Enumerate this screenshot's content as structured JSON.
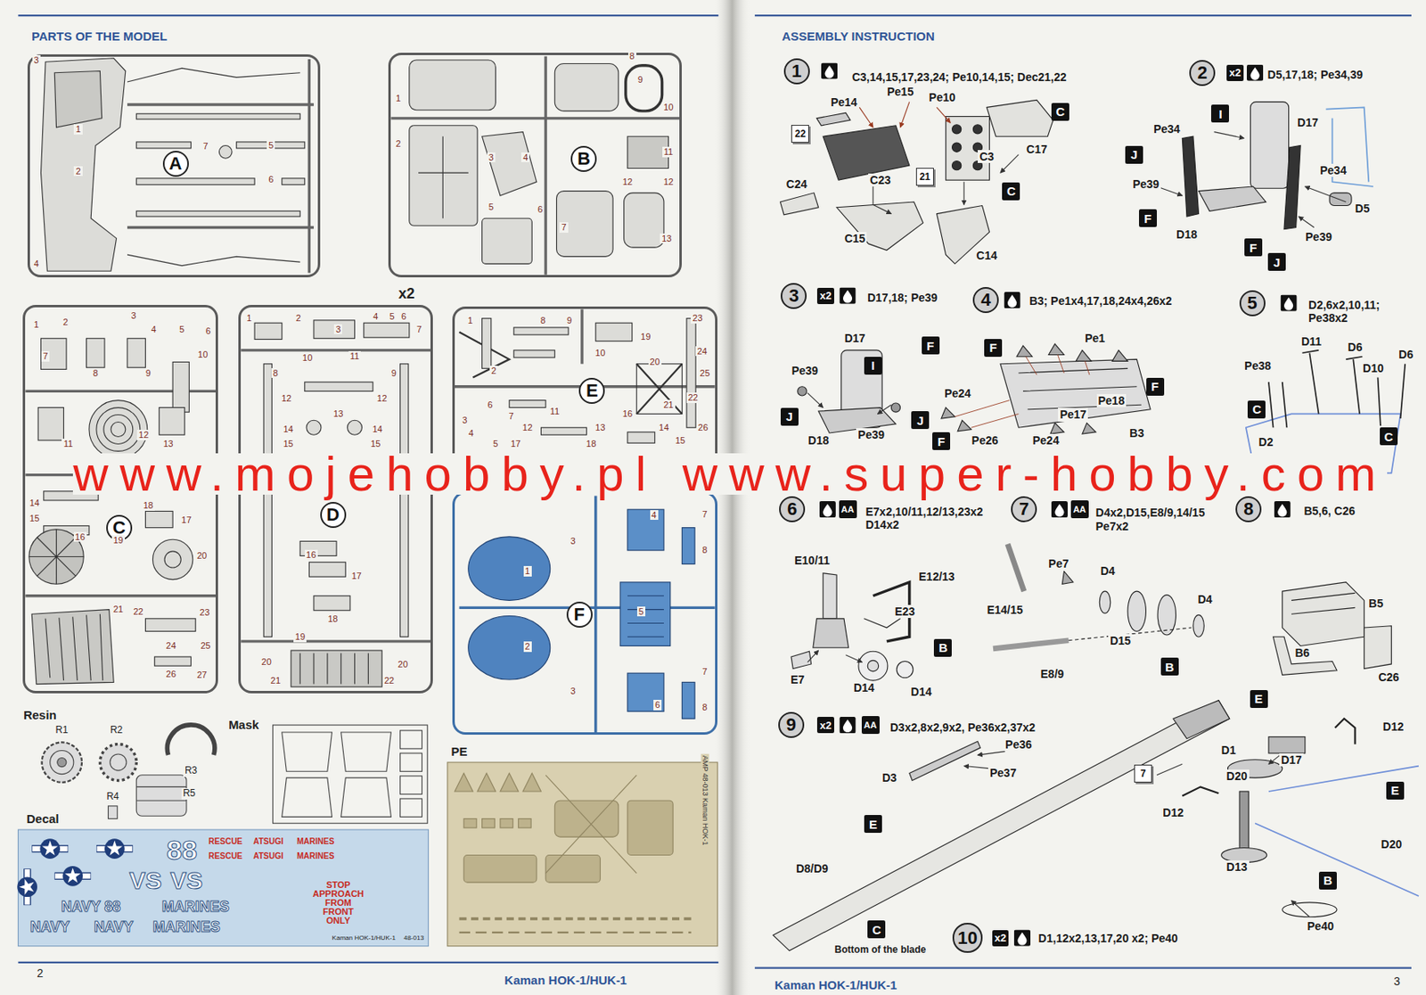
{
  "diagram": {
    "nodes": [
      {
        "text": [
          "A"
        ]
      },
      {
        "text": [
          "B"
        ]
      },
      {
        "text": [
          "C"
        ]
      },
      {
        "text": [
          "D",
          "x2"
        ]
      },
      {
        "text": [
          "E"
        ]
      },
      {
        "text": [
          "F"
        ]
      },
      {
        "text": [
          "1"
        ]
      },
      {
        "text": [
          "22"
        ]
      },
      {
        "text": [
          "21"
        ]
      },
      {
        "text": [
          "C"
        ]
      },
      {
        "text": [
          "C"
        ]
      },
      {
        "text": [
          "2"
        ]
      },
      {
        "text": [
          "x2"
        ]
      },
      {
        "text": [
          "I"
        ]
      },
      {
        "text": [
          "J"
        ]
      },
      {
        "text": [
          "F"
        ]
      },
      {
        "text": [
          "F"
        ]
      },
      {
        "text": [
          "J"
        ]
      },
      {
        "text": [
          "3"
        ]
      },
      {
        "text": [
          "x2"
        ]
      },
      {
        "text": [
          "F"
        ]
      },
      {
        "text": [
          "I"
        ]
      },
      {
        "text": [
          "J"
        ]
      },
      {
        "text": [
          "J"
        ]
      },
      {
        "text": [
          "F"
        ]
      },
      {
        "text": [
          "4"
        ]
      },
      {
        "text": [
          "F"
        ]
      },
      {
        "text": [
          "F"
        ]
      },
      {
        "text": [
          "5"
        ]
      },
      {
        "text": [
          "C"
        ]
      },
      {
        "text": [
          "C"
        ]
      },
      {
        "text": [
          "6"
        ]
      },
      {
        "text": [
          "AA"
        ]
      },
      {
        "text": [
          "B"
        ]
      },
      {
        "text": [
          "7"
        ]
      },
      {
        "text": [
          "AA"
        ]
      },
      {
        "text": [
          "B"
        ]
      },
      {
        "text": [
          "8"
        ]
      },
      {
        "text": [
          "9"
        ]
      },
      {
        "text": [
          "x2"
        ]
      },
      {
        "text": [
          "AA"
        ]
      },
      {
        "text": [
          "E"
        ]
      },
      {
        "text": [
          "C"
        ]
      },
      {
        "text": [
          "7"
        ]
      },
      {
        "text": [
          "E"
        ]
      },
      {
        "text": [
          "E"
        ]
      },
      {
        "text": [
          "B"
        ]
      },
      {
        "text": [
          "10"
        ]
      },
      {
        "text": [
          "x2"
        ]
      }
    ],
    "labels": [
      "PARTS OF THE MODEL",
      "ASSEMBLY INSTRUCTION",
      "2",
      "Kaman HOK-1/HUK-1",
      "Kaman HOK-1/HUK-1",
      "3",
      "www.mojehobby.pl www.super-hobby.com",
      "1",
      "2",
      "3",
      "4",
      "5",
      "6",
      "7",
      "1",
      "2",
      "3",
      "4",
      "5",
      "6",
      "7",
      "8",
      "9",
      "10",
      "11",
      "12",
      "12",
      "13",
      "1",
      "2",
      "3",
      "4",
      "5",
      "6",
      "7",
      "8",
      "9",
      "10",
      "11",
      "12",
      "13",
      "14",
      "15",
      "16",
      "17",
      "18",
      "19",
      "20",
      "21",
      "22",
      "23",
      "24",
      "25",
      "26",
      "27",
      "1",
      "2",
      "3",
      "4",
      "5",
      "6",
      "7",
      "8",
      "9",
      "10",
      "11",
      "12",
      "12",
      "13",
      "14",
      "14",
      "15",
      "15",
      "16",
      "17",
      "18",
      "19",
      "20",
      "21",
      "22",
      "20",
      "1",
      "2",
      "3",
      "4",
      "5",
      "6",
      "7",
      "8",
      "9",
      "10",
      "11",
      "12",
      "13",
      "14",
      "15",
      "16",
      "17",
      "18",
      "19",
      "20",
      "21",
      "22",
      "23",
      "24",
      "25",
      "26",
      "1",
      "2",
      "3",
      "3",
      "4",
      "5",
      "6",
      "7",
      "7",
      "8",
      "8",
      "Resin",
      "R1",
      "R2",
      "R3",
      "R4",
      "R5",
      "Mask",
      "Decal",
      "PE",
      "88",
      "RESCUE",
      "ATSUGI",
      "MARINES",
      "RESCUE",
      "ATSUGI",
      "MARINES",
      "VS",
      "VS",
      "NAVY 88",
      "MARINES",
      "NAVY",
      "NAVY",
      "MARINES",
      "STOP APPROACH FROM FRONT ONLY",
      "Kaman HOK-1/HUK-1",
      "48-013",
      "AMP 48-013 Kaman HOK-1",
      "C3,14,15,17,23,24; Pe10,14,15; Dec21,22",
      "D5,17,18; Pe34,39",
      "D17,18; Pe39",
      "B3; Pe1x4,17,18,24x4,26x2",
      "D2,6x2,10,11; Pe38x2",
      "E7x2,10/11,12/13,23x2 D14x2",
      "D4x2,D15,E8/9,14/15 Pe7x2",
      "B5,6, C26",
      "D3x2,8x2,9x2, Pe36x2,37x2",
      "D1,12x2,13,17,20 x2; Pe40",
      "Pe14",
      "Pe15",
      "Pe10",
      "C17",
      "C3",
      "C24",
      "C23",
      "C15",
      "C14",
      "Pe34",
      "D17",
      "Pe34",
      "Pe39",
      "D5",
      "D18",
      "Pe39",
      "D17",
      "Pe39",
      "D18",
      "Pe39",
      "Pe1",
      "Pe24",
      "Pe26",
      "Pe24",
      "B3",
      "Pe17",
      "Pe18",
      "D11",
      "D6",
      "D6",
      "Pe38",
      "D10",
      "D2",
      "E10/11",
      "E12/13",
      "E23",
      "E7",
      "D14",
      "D14",
      "Pe7",
      "D4",
      "D4",
      "E14/15",
      "D15",
      "E8/9",
      "B5",
      "B6",
      "C26",
      "Pe36",
      "Pe37",
      "D3",
      "D8/D9",
      "Bottom of the blade",
      "D1",
      "D12",
      "D17",
      "D20",
      "D12",
      "D20",
      "D13",
      "Pe40"
    ]
  }
}
